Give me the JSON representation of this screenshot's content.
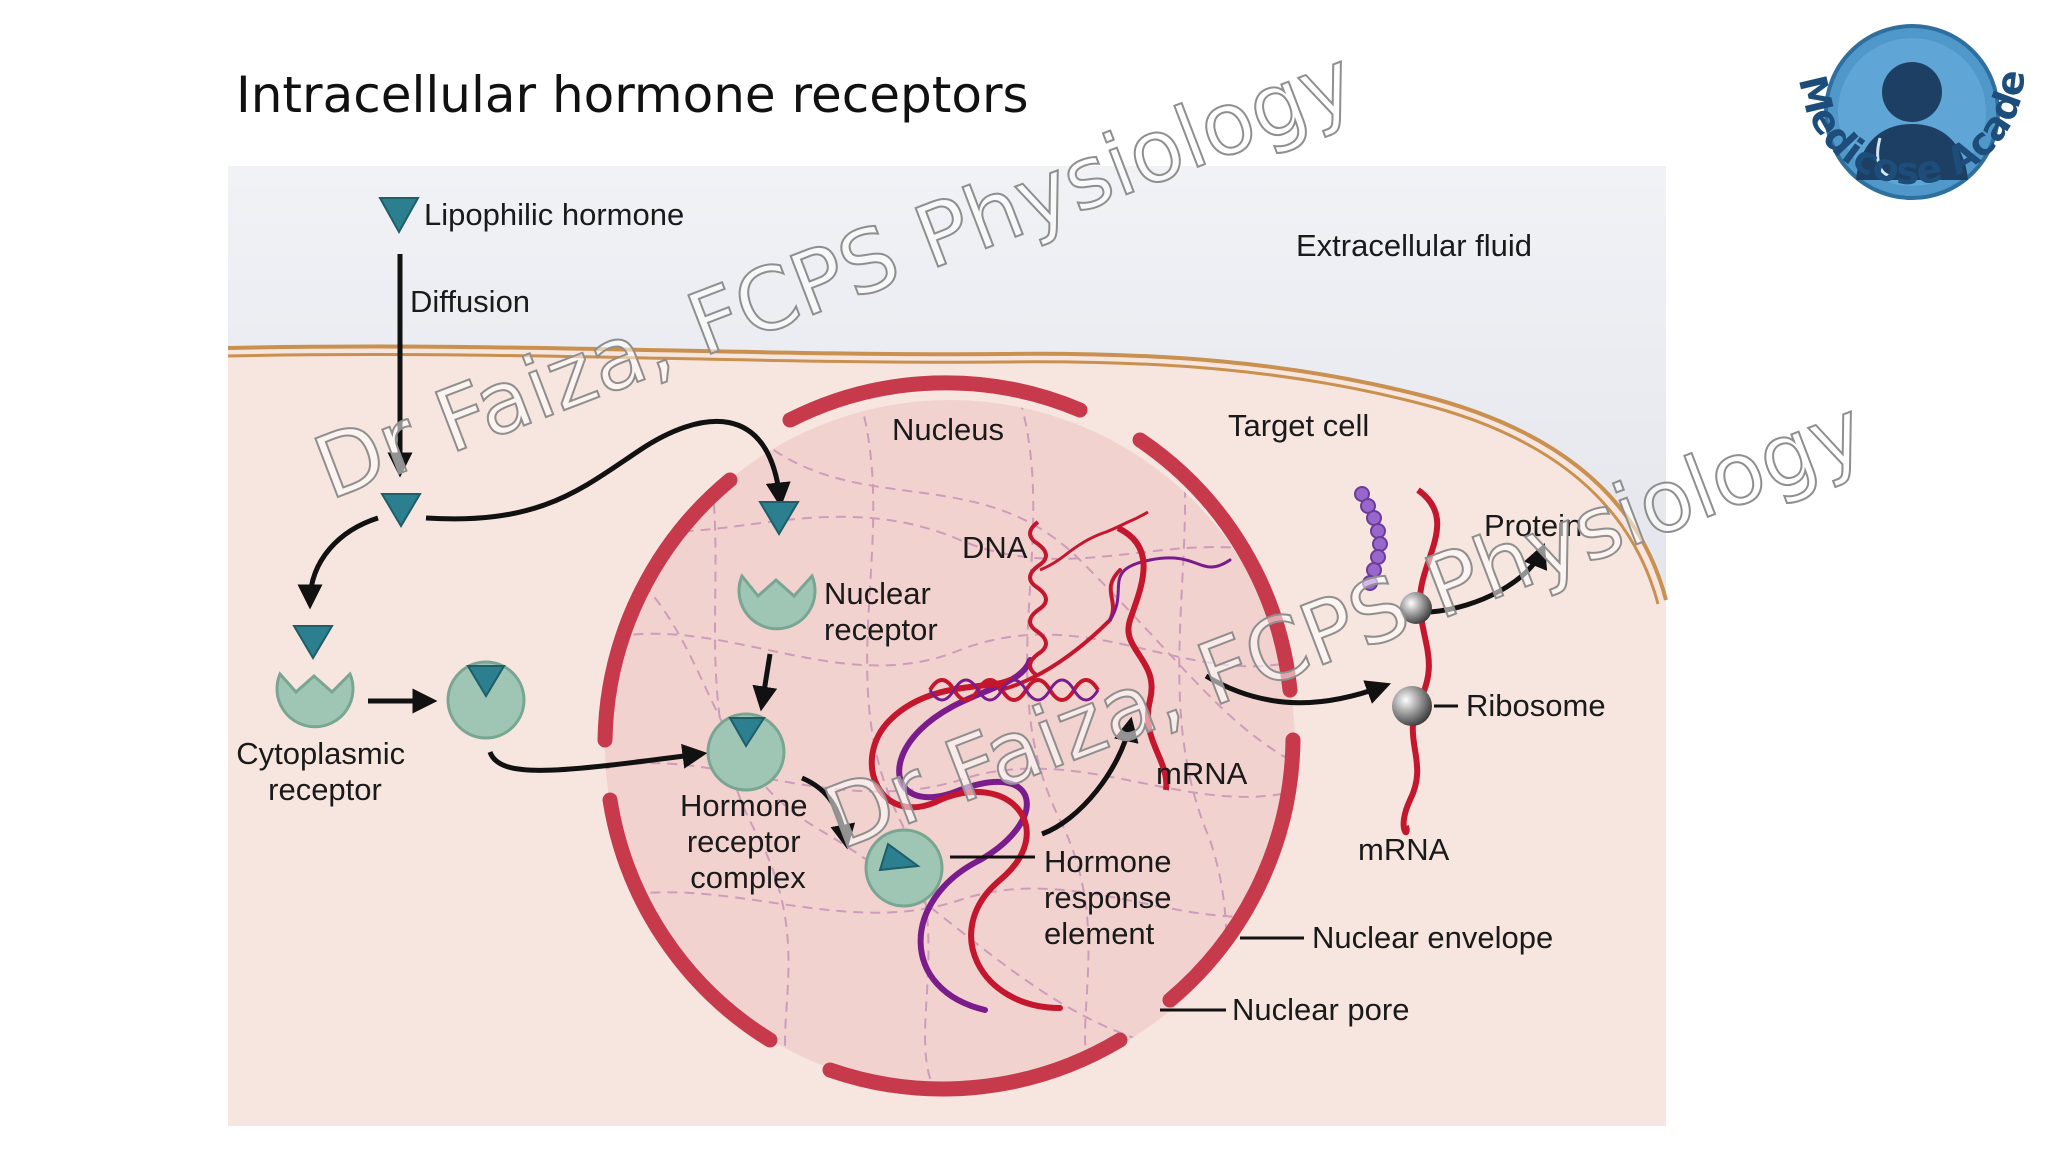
{
  "slide": {
    "title": "Intracellular hormone receptors"
  },
  "diagram": {
    "lipophilic_hormone": "Lipophilic hormone",
    "diffusion": "Diffusion",
    "extracellular_fluid": "Extracellular fluid",
    "target_cell": "Target cell",
    "nucleus": "Nucleus",
    "dna": "DNA",
    "nuclear_receptor": [
      "Nuclear",
      "receptor"
    ],
    "cytoplasmic_receptor": [
      "Cytoplasmic",
      "receptor"
    ],
    "hormone_receptor_complex": [
      "Hormone",
      "receptor",
      "complex"
    ],
    "hormone_response_element": [
      "Hormone",
      "response",
      "element"
    ],
    "mrna_nucleus": "mRNA",
    "mrna_cytoplasm": "mRNA",
    "protein": "Protein",
    "ribosome": "Ribosome",
    "nuclear_envelope": "Nuclear envelope",
    "nuclear_pore": "Nuclear pore"
  },
  "watermarks": [
    "Dr Faiza, FCPS Physiology",
    "Dr Faiza, FCPS Physiology"
  ],
  "logo": {
    "text": "Medicose Academics",
    "icon": "doctor-avatar-icon"
  },
  "colors": {
    "extracellular": "#dfe2ea",
    "cytoplasm": "#f7e6df",
    "membrane": "#c9904f",
    "nuclear_envelope": "#c73a4c",
    "nucleoplasm": "#f2d2cf",
    "hormone": "#2b7f8e",
    "receptor": "#9fc6b4",
    "dna_red": "#c4172d",
    "dna_purple": "#7a1c8c",
    "protein": "#9966cc",
    "logo_blue": "#1d4d7a"
  }
}
